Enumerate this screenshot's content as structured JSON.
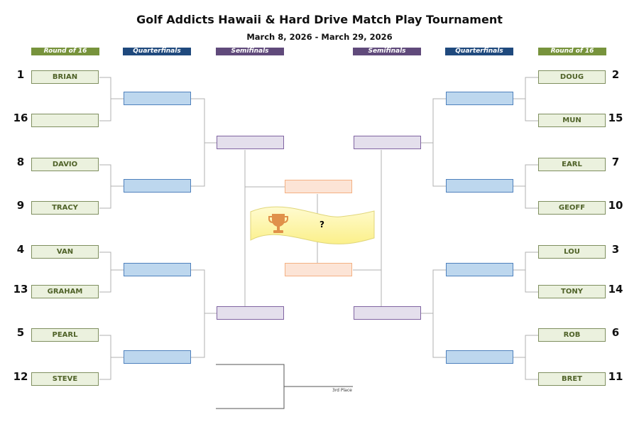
{
  "title": "Golf Addicts Hawaii & Hard Drive Match Play Tournament",
  "dates": "March 8, 2026 - March 29, 2026",
  "headers": {
    "r16": "Round of 16",
    "qf": "Quarterfinals",
    "sf": "Semifinals"
  },
  "left": [
    {
      "seed": "1",
      "name": "BRIAN"
    },
    {
      "seed": "16",
      "name": ""
    },
    {
      "seed": "8",
      "name": "DAVIO"
    },
    {
      "seed": "9",
      "name": "TRACY"
    },
    {
      "seed": "4",
      "name": "VAN"
    },
    {
      "seed": "13",
      "name": "GRAHAM"
    },
    {
      "seed": "5",
      "name": "PEARL"
    },
    {
      "seed": "12",
      "name": "STEVE"
    }
  ],
  "right": [
    {
      "seed": "2",
      "name": "DOUG"
    },
    {
      "seed": "15",
      "name": "MUN"
    },
    {
      "seed": "7",
      "name": "EARL"
    },
    {
      "seed": "10",
      "name": "GEOFF"
    },
    {
      "seed": "3",
      "name": "LOU"
    },
    {
      "seed": "14",
      "name": "TONY"
    },
    {
      "seed": "6",
      "name": "ROB"
    },
    {
      "seed": "11",
      "name": "BRET"
    }
  ],
  "champion": "?",
  "third_place": "3rd Place",
  "colors": {
    "r16": "#77933c",
    "qf": "#1f497d",
    "sf": "#604a7b",
    "trophy": "#e0914a"
  }
}
